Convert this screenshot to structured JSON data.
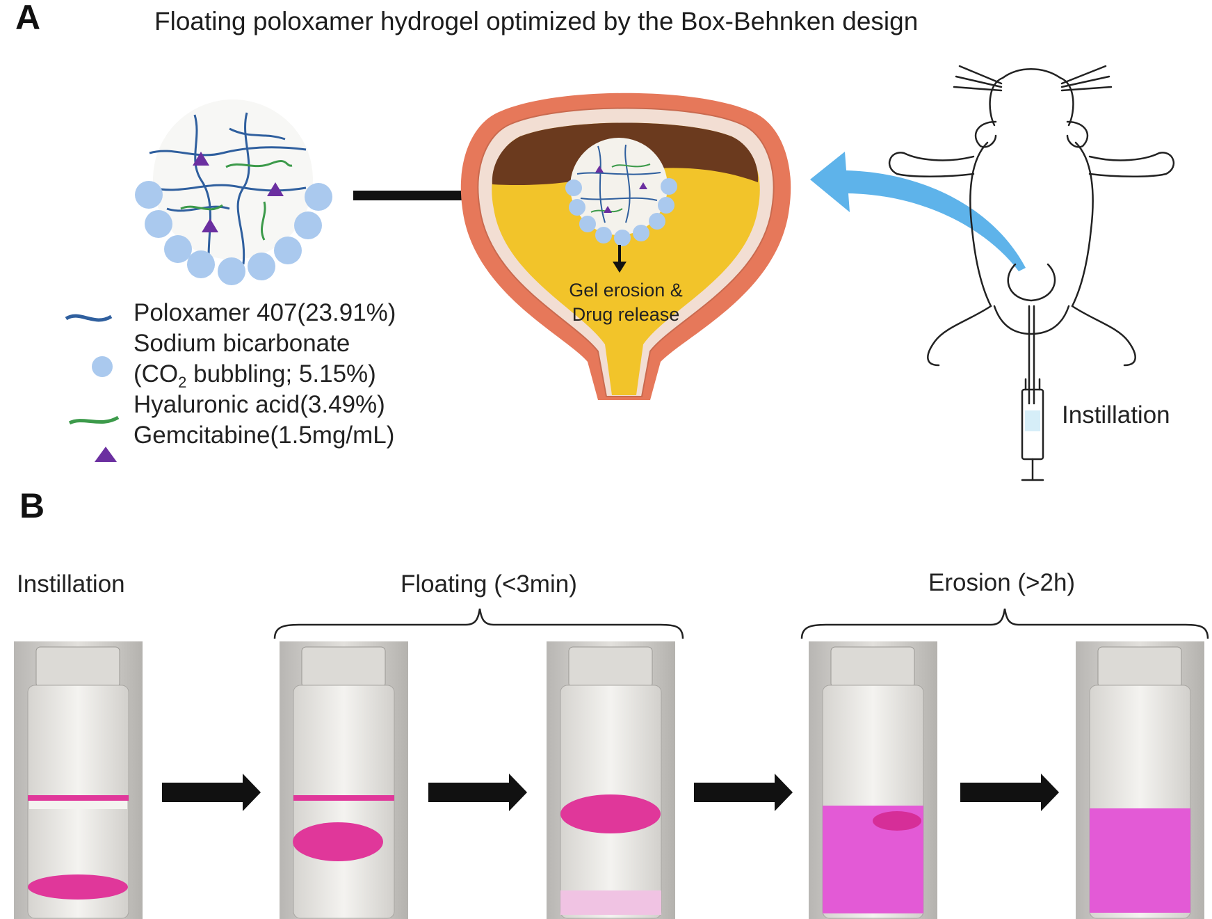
{
  "panel_a": {
    "letter": "A",
    "title": "Floating poloxamer hydrogel optimized by the Box-Behnken design",
    "legend": {
      "poloxamer": "Poloxamer 407(23.91%)",
      "bicarbonate_line1": "Sodium bicarbonate",
      "bicarbonate_line2_pre": "(CO",
      "bicarbonate_line2_sub": "2",
      "bicarbonate_line2_post": " bubbling;  5.15%)",
      "hyaluronic": "Hyaluronic acid(3.49%)",
      "gemcitabine": "Gemcitabine(1.5mg/mL)"
    },
    "bladder_label_line1": "Gel erosion &",
    "bladder_label_line2": "Drug release",
    "instillation_label": "Instillation",
    "colors": {
      "poloxamer": "#2f5f9e",
      "hyaluronic": "#3c9a4a",
      "bicarbonate": "#aac9ee",
      "gemcitabine": "#6b2fa0",
      "bladder_wall": "#e6785a",
      "urine": "#f2c42a",
      "dark_space": "#6b3a1e",
      "arrow_blue": "#5eb3ea"
    }
  },
  "panel_b": {
    "letter": "B",
    "stage_instillation": "Instillation",
    "stage_floating": "Floating (<3min)",
    "stage_erosion": "Erosion (>2h)",
    "colors": {
      "gel": "#e0379a",
      "dissolved": "#e35ad6"
    }
  }
}
